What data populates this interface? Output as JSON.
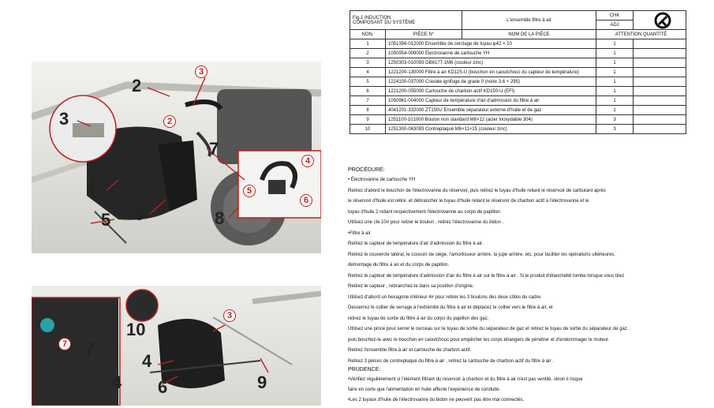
{
  "header": {
    "fig_label": "Fig.1 INDUCTION",
    "system_label": "COMPOSANT DU SYSTÈME",
    "assembly_name": "L'ensemble filtre à air",
    "chk": "CHK",
    "adj": "ADJ",
    "col_no": "NON.",
    "col_part_no": "PIÈCE N°",
    "col_part_name": "NOM DE LA PIÈCE",
    "col_note_qty": "ATTENTION QUANTITÉ"
  },
  "parts": [
    {
      "no": "1",
      "desc": "1051356-012000 Ensemble de cerclage de tuyau φ42 × 10",
      "qty": "1"
    },
    {
      "no": "2",
      "desc": "1050954-009000 Électrovanne de cartouche YH",
      "qty": "1"
    },
    {
      "no": "3",
      "desc": "1250303-010093 GB6177.1M6 (couleur zinc)",
      "qty": "1"
    },
    {
      "no": "4",
      "desc": "1221200-130000 Filtre à air KD125-U (bouchon en caoutchouc du capteur de température)",
      "qty": "1"
    },
    {
      "no": "5",
      "desc": "1224100-037000 Cravate ignifuge de grade 0 (noire 3,6 × 295)",
      "qty": "1"
    },
    {
      "no": "6",
      "desc": "1221200-055000 Cartouche de charbon actif KD150-U (EFI)",
      "qty": "1"
    },
    {
      "no": "7",
      "desc": "1050961-004000 Capteur de température d'air d'admission du filtre à air",
      "qty": "1"
    },
    {
      "no": "8",
      "desc": "4041201-332000 ZT150U Ensemble séparateur externe d'huile et de gaz",
      "qty": "1"
    },
    {
      "no": "9",
      "desc": "1251100-101000 Boulon non standard M6×12 (acier inoxydable 304)",
      "qty": "3"
    },
    {
      "no": "10",
      "desc": "1251300-063093 Contreplaqué M6×11×15 (couleur zinc)",
      "qty": "3"
    }
  ],
  "procedure": {
    "title": "PROCÉDURE:",
    "lines": [
      "• Électrovanne de cartouche YH",
      "    Retirez d'abord le bouchon de l'électrovanne du réservoir, puis retirez le tuyau d'huile      reliant le réservoir de carburant après",
      "le réservoir d'huile est retiré. et débrancher le tuyau d'huile       reliant le réservoir de charbon actif à l'électrovanne et le",
      "tuyau d'huile 2 reliant respectivement l'électrovanne au corps de papillon.",
      "    Utilisez une clé 10# pour retirer le boulon     , retirez l'électrovanne du bidon     .",
      "•Filtre à air",
      "    Retirez le capteur de température d'air d'admission du filtre à air.",
      "    Retirez le couvercle latéral, le coussin de siège, l'amortisseur arrière, la jupe arrière, etc. pour faciliter les opérations ultérieures.",
      "démontage du filtre à air et du corps de papillon.",
      "    Retirez le capteur de température d'admission d'air du filtre à air      sur le filtre à air      . Si le produit d'étanchéité      tombe lorsque vous tirez",
      "Retirez le capteur     , rebranchez-le dans sa position d'origine.",
      "    Utilisez d'abord un hexagone intérieur 4# pour retirer les 3 boulons      des deux côtés du cadre.",
      "    Desserrez le collier de serrage      à l'extrémité du filtre à air et déplacez le collier vers le filtre à air, et",
      "retirez le tuyau de sortie du filtre à air du corps du papillon des gaz.",
      "    Utilisez une pince pour serrer le cerceau sur le tuyau de sortie du séparateur de gaz      et retirez le tuyau de sortie du séparateur de gaz      .",
      " puis bouchez-le avec le bouchon en caoutchouc pour empêcher les corps étrangers de pénétrer et d'endommager le moteur.",
      "Retirez l'ensemble filtre à air et cartouche de charbon actif.",
      "  Retirez 3 pièces de contreplaqué      du filtre à air     , retirez la cartouche de charbon actif      du filtre à air     ."
    ]
  },
  "caution": {
    "title": "PRUDENCE:",
    "lines": [
      "•Vérifiez régulièrement si l'élément filtrant du réservoir à charbon et du filtre à air n'est pas ventilé, sinon il risque",
      "faire en sorte que l'alimentation en huile affecte l'expérience de conduite.",
      "•Les 2 tuyaux d'huile de l'électrovanne du bidon ne peuvent pas être mal connectés."
    ]
  },
  "photo1_callouts": [
    "1",
    "2",
    "3",
    "4",
    "5",
    "6",
    "7",
    "8"
  ],
  "photo1_inset_callouts": [
    "4",
    "5",
    "6"
  ],
  "photo2_callouts": [
    "7",
    "7",
    "10",
    "4",
    "6",
    "9",
    "3",
    "4"
  ]
}
